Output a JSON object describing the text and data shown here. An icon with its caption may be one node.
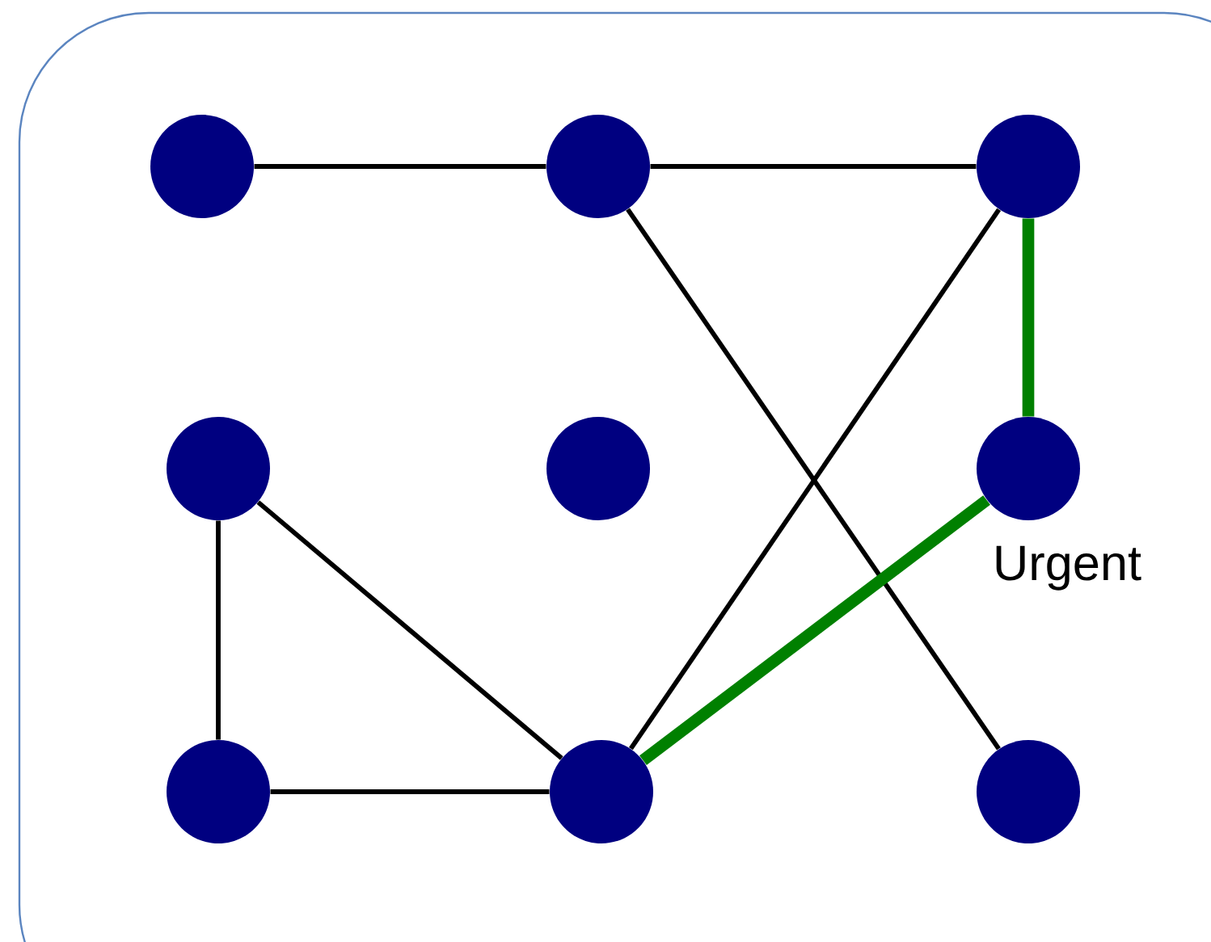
{
  "diagram": {
    "nodes": [
      {
        "text": [],
        "shape": "circle"
      },
      {
        "text": [],
        "shape": "circle"
      },
      {
        "text": [],
        "shape": "circle"
      },
      {
        "text": [],
        "shape": "circle"
      },
      {
        "text": [],
        "shape": "circle"
      },
      {
        "text": [],
        "shape": "circle",
        "beside": [
          "Urgent"
        ]
      },
      {
        "text": [],
        "shape": "circle"
      },
      {
        "text": [],
        "shape": "circle"
      },
      {
        "text": [],
        "shape": "circle"
      }
    ],
    "edges": [
      {
        "from": 0,
        "to": 1,
        "arrow": "none"
      },
      {
        "from": 1,
        "to": 2,
        "arrow": "none"
      },
      {
        "from": 1,
        "to": 8,
        "arrow": "none"
      },
      {
        "from": 2,
        "to": 7,
        "arrow": "none"
      },
      {
        "from": 2,
        "to": 5,
        "arrow": "none",
        "style": "thick",
        "color": "#008000"
      },
      {
        "from": 5,
        "to": 7,
        "arrow": "none",
        "style": "thick",
        "color": "#008000"
      },
      {
        "from": 3,
        "to": 6,
        "arrow": "none"
      },
      {
        "from": 3,
        "to": 7,
        "arrow": "none"
      },
      {
        "from": 6,
        "to": 7,
        "arrow": "none"
      }
    ]
  }
}
